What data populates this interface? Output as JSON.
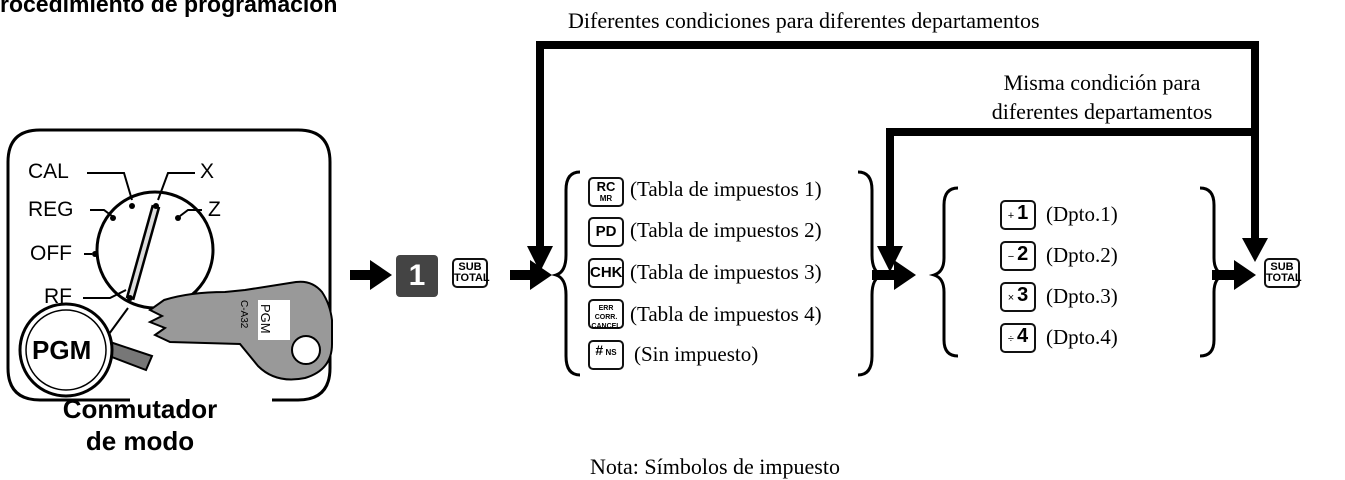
{
  "header": {
    "title": "rocedimiento de programación"
  },
  "flow": {
    "top_label": "Diferentes condiciones para diferentes departamentos",
    "mid_label_line1": "Misma condición para",
    "mid_label_line2": "diferentes departamentos"
  },
  "mode_switch": {
    "labels": {
      "cal": "CAL",
      "x": "X",
      "reg": "REG",
      "z": "Z",
      "off": "OFF",
      "rf": "RF",
      "pgm": "PGM"
    },
    "key_text": {
      "pgm": "PGM",
      "code": "C-A32"
    },
    "title_line1": "Conmutador",
    "title_line2": "de modo"
  },
  "keys": {
    "one": "1",
    "subtotal_top": "SUB",
    "subtotal_bottom": "TOTAL"
  },
  "tax_options": [
    {
      "key_main": "RC",
      "key_sub": "MR",
      "text": "(Tabla de impuestos 1)"
    },
    {
      "key_main": "PD",
      "key_sub": "",
      "text": "(Tabla de impuestos 2)"
    },
    {
      "key_main": "CHK",
      "key_sub": "",
      "text": "(Tabla de impuestos 3)"
    },
    {
      "key_main": "ERR CORR.",
      "key_sub": "CANCEL",
      "text": "(Tabla de impuestos 4)"
    },
    {
      "key_main": "#",
      "key_sub": "NS",
      "text": "(Sin impuesto)"
    }
  ],
  "dept_options": [
    {
      "op": "+",
      "digit": "1",
      "text": "(Dpto.1)"
    },
    {
      "op": "−",
      "digit": "2",
      "text": "(Dpto.2)"
    },
    {
      "op": "×",
      "digit": "3",
      "text": "(Dpto.3)"
    },
    {
      "op": "÷",
      "digit": "4",
      "text": "(Dpto.4)"
    }
  ],
  "note": "Nota: Símbolos de impuesto"
}
